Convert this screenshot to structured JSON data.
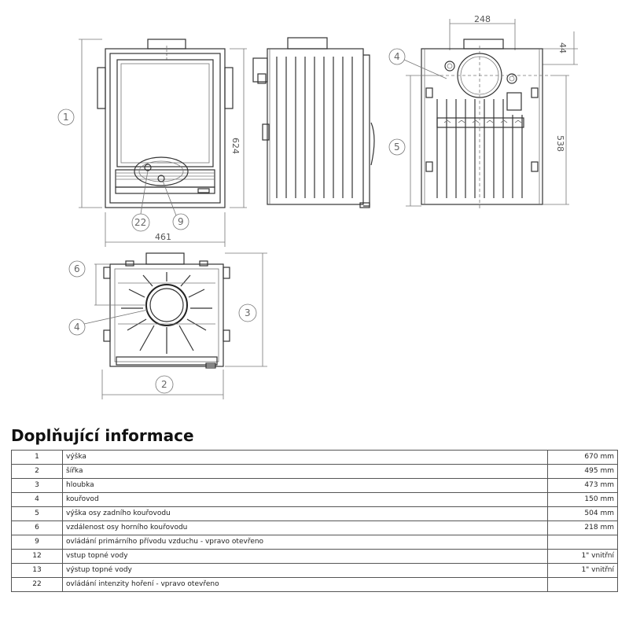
{
  "drawing": {
    "dimensions": {
      "front_height": "624",
      "front_width": "461",
      "rear_top": "248",
      "rear_offset": "44",
      "rear_height": "538"
    },
    "callouts": {
      "c1": "1",
      "c2": "2",
      "c3": "3",
      "c4_rear": "4",
      "c4_top": "4",
      "c5": "5",
      "c6": "6",
      "c9": "9",
      "c22": "22"
    }
  },
  "info": {
    "title": "Doplňující informace",
    "rows": [
      {
        "num": "1",
        "label": "výška",
        "value": "670 mm"
      },
      {
        "num": "2",
        "label": "šířka",
        "value": "495 mm"
      },
      {
        "num": "3",
        "label": "hloubka",
        "value": "473 mm"
      },
      {
        "num": "4",
        "label": "kouřovod",
        "value": "150 mm"
      },
      {
        "num": "5",
        "label": "výška osy zadního kouřovodu",
        "value": "504 mm"
      },
      {
        "num": "6",
        "label": "vzdálenost osy horního kouřovodu",
        "value": "218 mm"
      },
      {
        "num": "9",
        "label": "ovládání primárního přívodu vzduchu - vpravo otevřeno",
        "value": ""
      },
      {
        "num": "12",
        "label": "vstup topné vody",
        "value": "1\" vnitřní"
      },
      {
        "num": "13",
        "label": "výstup topné vody",
        "value": "1\" vnitřní"
      },
      {
        "num": "22",
        "label": "ovládání intenzity hoření - vpravo otevřeno",
        "value": ""
      }
    ]
  }
}
